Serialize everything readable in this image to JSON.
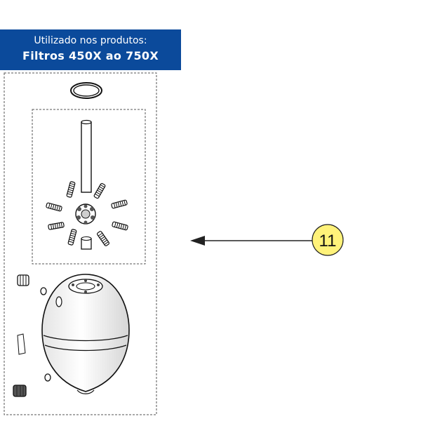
{
  "header": {
    "line1": "Utilizado nos produtos:",
    "line2": "Filtros 450X ao 750X"
  },
  "callout": {
    "number": "11"
  },
  "colors": {
    "banner": "#0b4a9b",
    "callout_fill": "#fff27a",
    "line": "#222222"
  }
}
